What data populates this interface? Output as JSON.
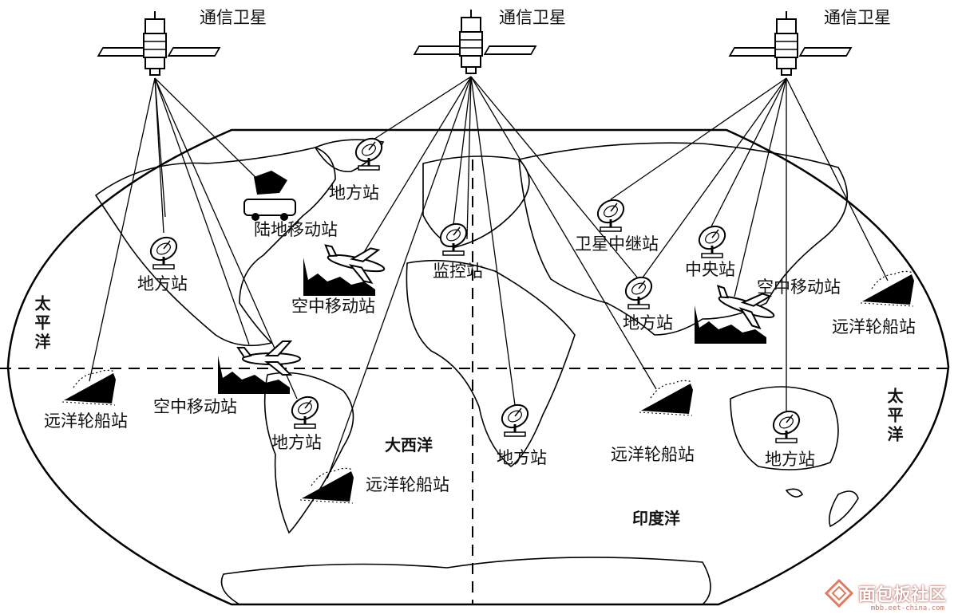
{
  "satellite_label": "通信卫星",
  "labels": {
    "land_mobile": "陆地移动站",
    "ground_na_east": "地方站",
    "ground_na_west": "地方站",
    "air_mobile_atlantic": "空中移动站",
    "monitor": "监控站",
    "relay": "卫星中继站",
    "central": "中央站",
    "air_mobile_asia": "空中移动站",
    "ship_pacific_east": "远洋轮船站",
    "ground_india": "地方站",
    "air_mobile_americas": "空中移动站",
    "ship_pacific_west": "远洋轮船站",
    "ground_sa": "地方站",
    "ship_sa": "远洋轮船站",
    "ground_africa": "地方站",
    "ship_indian": "远洋轮船站",
    "ground_australia": "地方站"
  },
  "oceans": {
    "pacific_left": "太平洋",
    "pacific_right": "太平洋",
    "atlantic": "大西洋",
    "indian": "印度洋"
  },
  "watermark": {
    "text": "面包板社区",
    "sub": "mbb.eet-china.com"
  }
}
